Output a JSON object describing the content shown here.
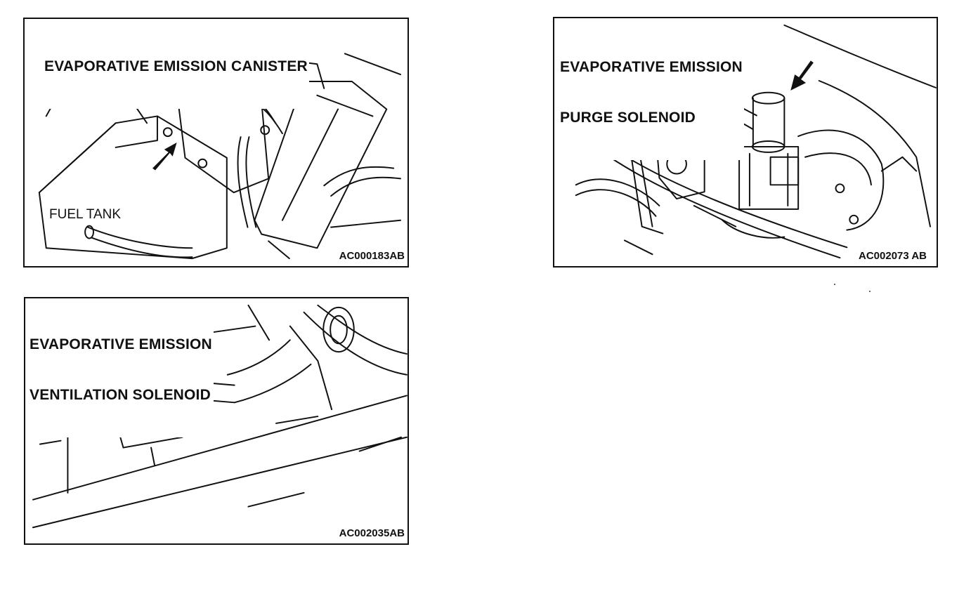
{
  "panels": [
    {
      "id": "canister",
      "title_lines": [
        "EVAPORATIVE EMISSION CANISTER"
      ],
      "labels": [
        "FUEL TANK"
      ],
      "ref": "AC000183AB",
      "icons": [
        "arrow-icon"
      ]
    },
    {
      "id": "purge",
      "title_lines": [
        "EVAPORATIVE EMISSION",
        "PURGE SOLENOID"
      ],
      "labels": [],
      "ref": "AC002073 AB",
      "icons": [
        "arrow-icon"
      ]
    },
    {
      "id": "vent",
      "title_lines": [
        "EVAPORATIVE EMISSION",
        "VENTILATION SOLENOID"
      ],
      "labels": [],
      "ref": "AC002035AB",
      "icons": [
        "arrow-icon"
      ]
    }
  ]
}
